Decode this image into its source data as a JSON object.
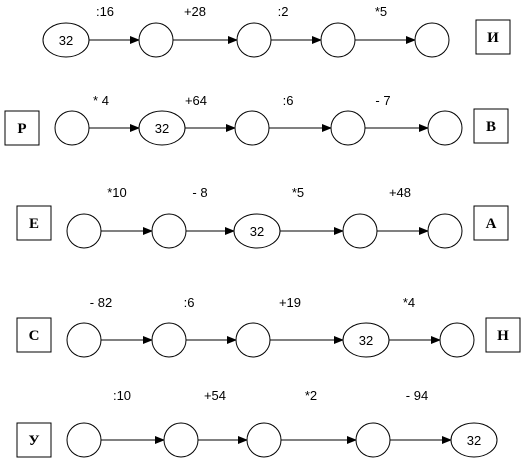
{
  "chains": [
    {
      "left_letter": "",
      "right_letter": "И",
      "operations": [
        ":16",
        "+28",
        ":2",
        "*5"
      ],
      "nodes": [
        "32",
        "",
        "",
        "",
        ""
      ]
    },
    {
      "left_letter": "Р",
      "right_letter": "В",
      "operations": [
        "* 4",
        "+64",
        ":6",
        "- 7"
      ],
      "nodes": [
        "",
        "32",
        "",
        "",
        ""
      ]
    },
    {
      "left_letter": "Е",
      "right_letter": "А",
      "operations": [
        "*10",
        "- 8",
        "*5",
        "+48"
      ],
      "nodes": [
        "",
        "",
        "32",
        "",
        ""
      ]
    },
    {
      "left_letter": "С",
      "right_letter": "Н",
      "operations": [
        "- 82",
        ":6",
        "+19",
        "*4"
      ],
      "nodes": [
        "",
        "",
        "",
        "32",
        ""
      ]
    },
    {
      "left_letter": "У",
      "right_letter": "",
      "operations": [
        ":10",
        "+54",
        "*2",
        "- 94"
      ],
      "nodes": [
        "",
        "",
        "",
        "",
        "32"
      ]
    }
  ]
}
